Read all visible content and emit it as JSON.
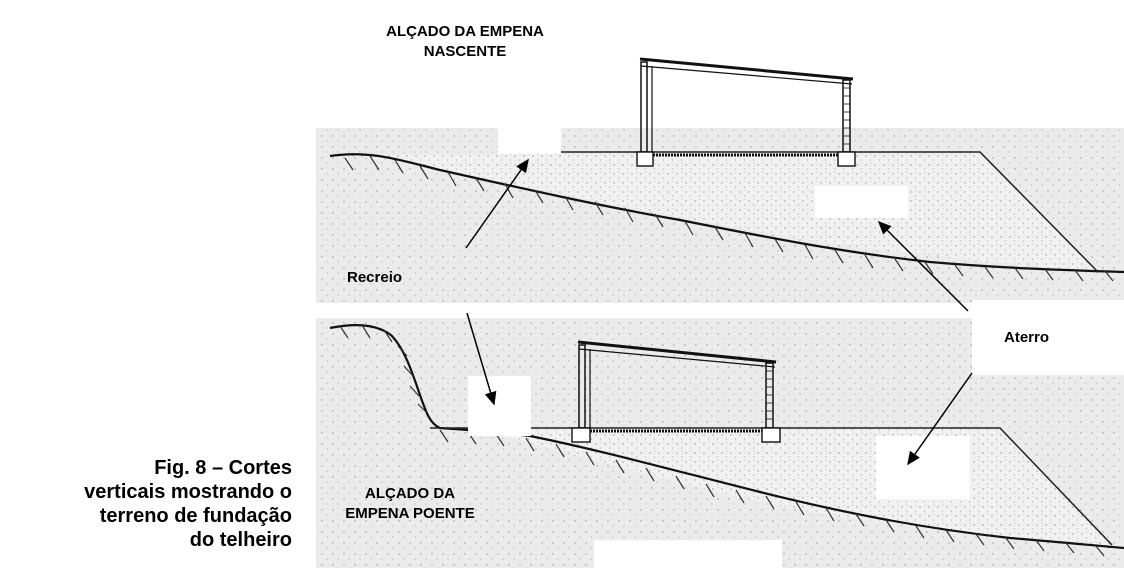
{
  "labels": {
    "top_title_line1": "ALÇADO DA EMPENA",
    "top_title_line2": "NASCENTE",
    "bottom_title_line1": "ALÇADO DA",
    "bottom_title_line2": "EMPENA POENTE",
    "recreio": "Recreio",
    "aterro": "Aterro",
    "caption_line1": "Fig. 8 – Cortes",
    "caption_line2": "verticais mostrando o",
    "caption_line3": "terreno de fundação",
    "caption_line4": "do telheiro"
  },
  "colors": {
    "ground": "#e9e9e9",
    "fill": "#f4f4f4",
    "line": "#111111"
  }
}
